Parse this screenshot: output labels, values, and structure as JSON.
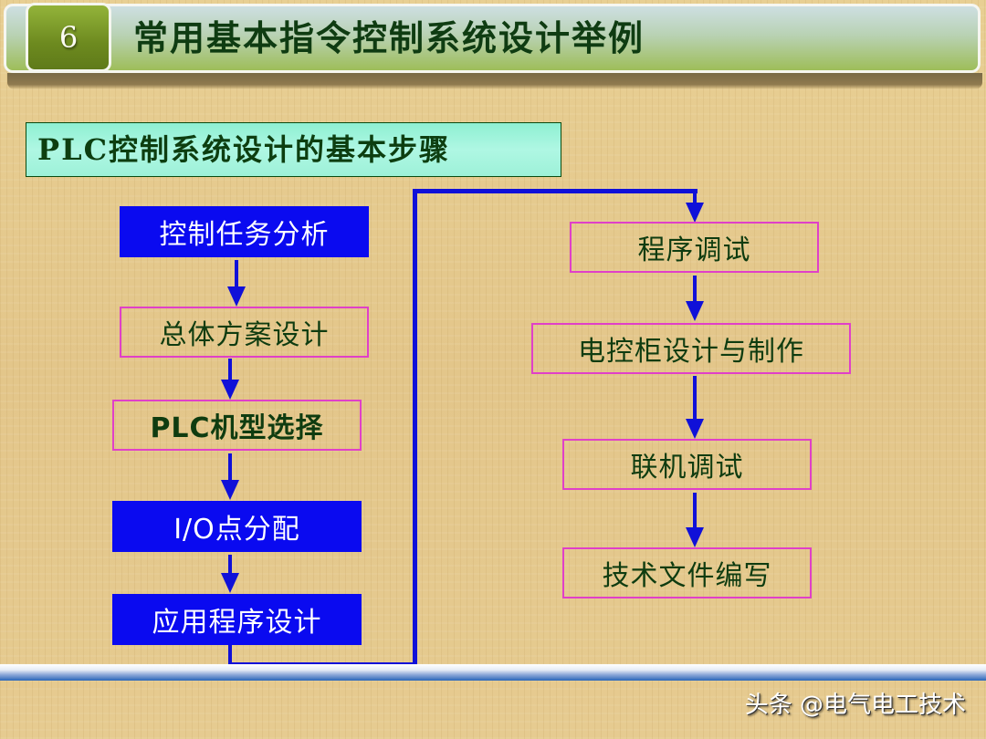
{
  "header": {
    "section_number": "6",
    "title": "常用基本指令控制系统设计举例"
  },
  "subtitle": "PLC控制系统设计的基本步骤",
  "flowchart": {
    "left_column": [
      {
        "label": "控制任务分析",
        "style": "filled"
      },
      {
        "label": "总体方案设计",
        "style": "outline"
      },
      {
        "label": "PLC机型选择",
        "style": "outline"
      },
      {
        "label": "I/O点分配",
        "style": "filled"
      },
      {
        "label": "应用程序设计",
        "style": "filled"
      }
    ],
    "right_column": [
      {
        "label": "程序调试",
        "style": "outline"
      },
      {
        "label": "电控柜设计与制作",
        "style": "outline"
      },
      {
        "label": "联机调试",
        "style": "outline"
      },
      {
        "label": "技术文件编写",
        "style": "outline"
      }
    ],
    "colors": {
      "filled_box": "#0a0af0",
      "outline_border": "#e040c8",
      "arrow": "#1010d8",
      "dark_text": "#0f3c10"
    }
  },
  "watermark": "头条 @电气电工技术"
}
